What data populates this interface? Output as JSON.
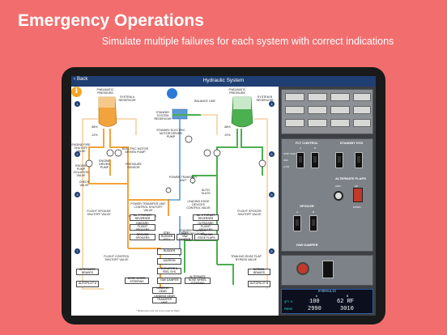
{
  "promo": {
    "headline": "Emergency Operations",
    "subheadline": "Simulate multiple failures for each system with correct indications"
  },
  "app": {
    "back_label": "Back",
    "screen_title": "Hydraulic System"
  },
  "diagram": {
    "labels": {
      "pneumatic_left": "PNEUMATIC PRESSURE",
      "sys_a_reservoir": "SYSTEM A RESERVOIR",
      "pneumatic_right": "PNEUMATIC PRESSURE",
      "sys_b_reservoir": "SYSTEM B RESERVOIR",
      "balance_line": "BALANCE LINE",
      "standby_reservoir": "STANDBY SYSTEM RESERVOIR",
      "standby_pump": "STANDBY ELECTRIC MOTOR DRIVEN PUMP",
      "engine_fire_shutoff": "ENGINE FIRE SHUTOFF VALVE",
      "engine_driven_pump": "ENGINE DRIVEN PUMP",
      "electric_pump": "ELECTRIC MOTOR DRIVEN PUMP",
      "pressure_sensor": "PRESSURE SENSOR",
      "isolation_valve": "ENGINE PUMP ISOLATION VALVE",
      "check_valve": "CHECK VALVE",
      "power_transfer": "POWER TRANSFER UNIT",
      "auto_slats": "AUTO SLATS",
      "leading_edge_devices": "LEADING EDGE DEVICES CONTROL VALVE",
      "ptu_shutoff": "POWER TRANSFER UNIT CONTROL SHUTOFF VALVE",
      "flight_spoiler_left": "FLIGHT SPOILER SHUTOFF VALVE",
      "flight_spoiler_right": "FLIGHT SPOILER SHUTOFF VALVE",
      "standby_rudder": "STANDBY RUDDER SHUTOFF VALVE",
      "flight_control": "FLIGHT CONTROL SHUTOFF VALVE",
      "trailing_edge_bypass": "TRAILING EDGE FLAP BYPASS VALVE",
      "footnote": "* Reference only not to be used for flight"
    },
    "boxes": {
      "no1_thrust_left": "No. 1 THRUST REVERSER",
      "no2_thrust": "No. 2 THRUST REVERSER",
      "inboard_spoilers": "INBOARD FLIGHT SPOILERS",
      "outboard_spoilers": "OUTBOARD FLIGHT SPOILERS",
      "ground_spoilers": "GROUND SPOILERS",
      "stby_rudder_pcu": "STBY RUDDER PCU",
      "stby_yaw_damper": "STBY YAW DAMPER",
      "trailing_edge_flaps": "TRAILING EDGE FLAPS",
      "alternate_brakes": "ALTERNATE BRAKES",
      "autopilot_a": "AUTOPILOT A",
      "rudder": "RUDDER",
      "aileron": "AILERON",
      "elevator": "ELEVATOR & FEEL SYS",
      "yaw_damper": "YAW DAMPER",
      "normal_brakes": "NORMAL BRAKES",
      "autopilot_b": "AUTOPILOT B",
      "nose_wheel": "NOSE WHEEL STEERING",
      "landing_gear": "LANDING GEAR",
      "alt_nose_wheel": "ALTERNATE NOSE WHEEL STEERING",
      "gear_transfer": "LANDING GEAR TRANSFER UNIT"
    },
    "percent_marks": {
      "a_top": "88%",
      "a_low": "22%",
      "b_top": "88%",
      "b_low": "22%"
    },
    "colors": {
      "system_a": "#f2a33b",
      "system_b": "#4caf50",
      "standby": "#5b9bd5",
      "return": "#f5d0a0"
    }
  },
  "panel": {
    "flt_control_title": "FLT CONTROL",
    "standby_hyd_title": "STANDBY HYD",
    "alt_flaps_title": "ALTERNATE FLAPS",
    "spoiler_title": "SPOILER",
    "yaw_damper_title": "YAW DAMPER",
    "switch_labels": [
      "STBY RUD",
      "OFF",
      "A ON",
      "B ON",
      "ARM",
      "OFF",
      "UP",
      "OFF",
      "DOWN"
    ],
    "spoiler_ab": [
      "A",
      "B"
    ],
    "flt_ab": [
      "A",
      "B"
    ]
  },
  "hydraulic_display": {
    "title": "HYDRAULIC",
    "qty_label": "QTY %",
    "press_label": "PRESS",
    "col_a": "A",
    "col_b": "B",
    "qty_a": "100",
    "qty_b": "62 RF",
    "press_a": "2990",
    "press_b": "3010"
  }
}
